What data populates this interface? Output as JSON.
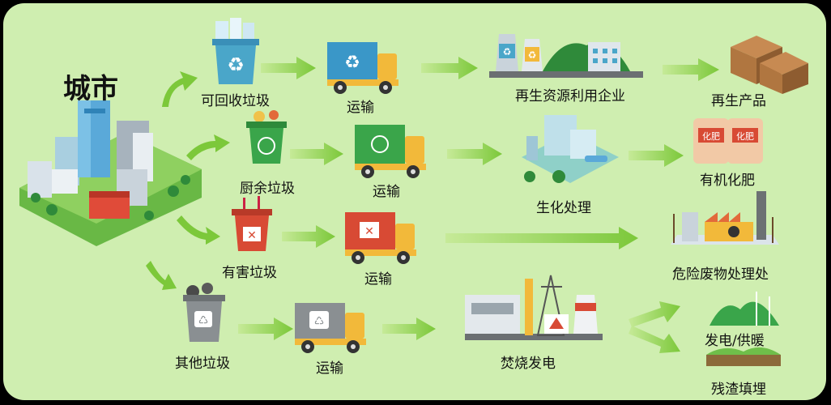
{
  "city": {
    "title": "城市"
  },
  "rows": [
    {
      "category": "可回收垃圾",
      "transport": "运输",
      "process": "再生资源利用企业",
      "product": "再生产品",
      "bin_color": "#4aa6c9",
      "truck_color": "#3a97c8"
    },
    {
      "category": "厨余垃圾",
      "transport": "运输",
      "process": "生化处理",
      "product": "有机化肥",
      "bin_color": "#3aa54a",
      "truck_color": "#3aa54a"
    },
    {
      "category": "有害垃圾",
      "transport": "运输",
      "process": "危险废物处理处",
      "product": "",
      "bin_color": "#d84a34",
      "truck_color": "#d84a34"
    },
    {
      "category": "其他垃圾",
      "transport": "运输",
      "process": "焚烧发电",
      "products": [
        "发电/供暖",
        "残渣填埋"
      ],
      "bin_color": "#8a8f92",
      "truck_color": "#8a8f92"
    }
  ],
  "fertilizer_bag_text": "化肥",
  "colors": {
    "background": "#cfeeb0",
    "arrow": "#8ed24a",
    "truck_cab": "#f2b93a"
  }
}
